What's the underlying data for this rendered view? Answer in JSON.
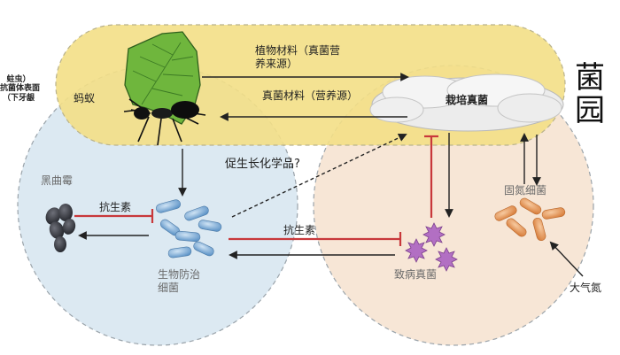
{
  "side_note": [
    "蛀虫）",
    "抗菌体表面",
    "（下牙龈"
  ],
  "garden_title": [
    "菌",
    "园"
  ],
  "labels": {
    "ant": "蚂蚁",
    "plant_material": [
      "植物材料（真菌营",
      "养来源）"
    ],
    "fungal_material": "真菌材料（营养源）",
    "cultivated_fungus": "栽培真菌",
    "growth_compound": "促生长化学品?",
    "black_mold": "黑曲霉",
    "antibiotic_left": "抗生素",
    "antibiotic_center": "抗生素",
    "biocontrol_bacteria": [
      "生物防治",
      "细菌"
    ],
    "pathogenic_fungus": "致病真菌",
    "nitrogen_bacteria": "固氮细菌",
    "atmospheric_nitrogen": "大气氮"
  },
  "colors": {
    "garden_band": "#f3df86",
    "left_circle": "#dce9f2",
    "right_circle": "#f7e6d6",
    "inhibit_red": "#c8383b",
    "leaf_green": "#6fb63d",
    "bacteria_blue": "#77a8d4",
    "bacteria_orange": "#e49a5a",
    "spore_purple": "#a564b8"
  }
}
